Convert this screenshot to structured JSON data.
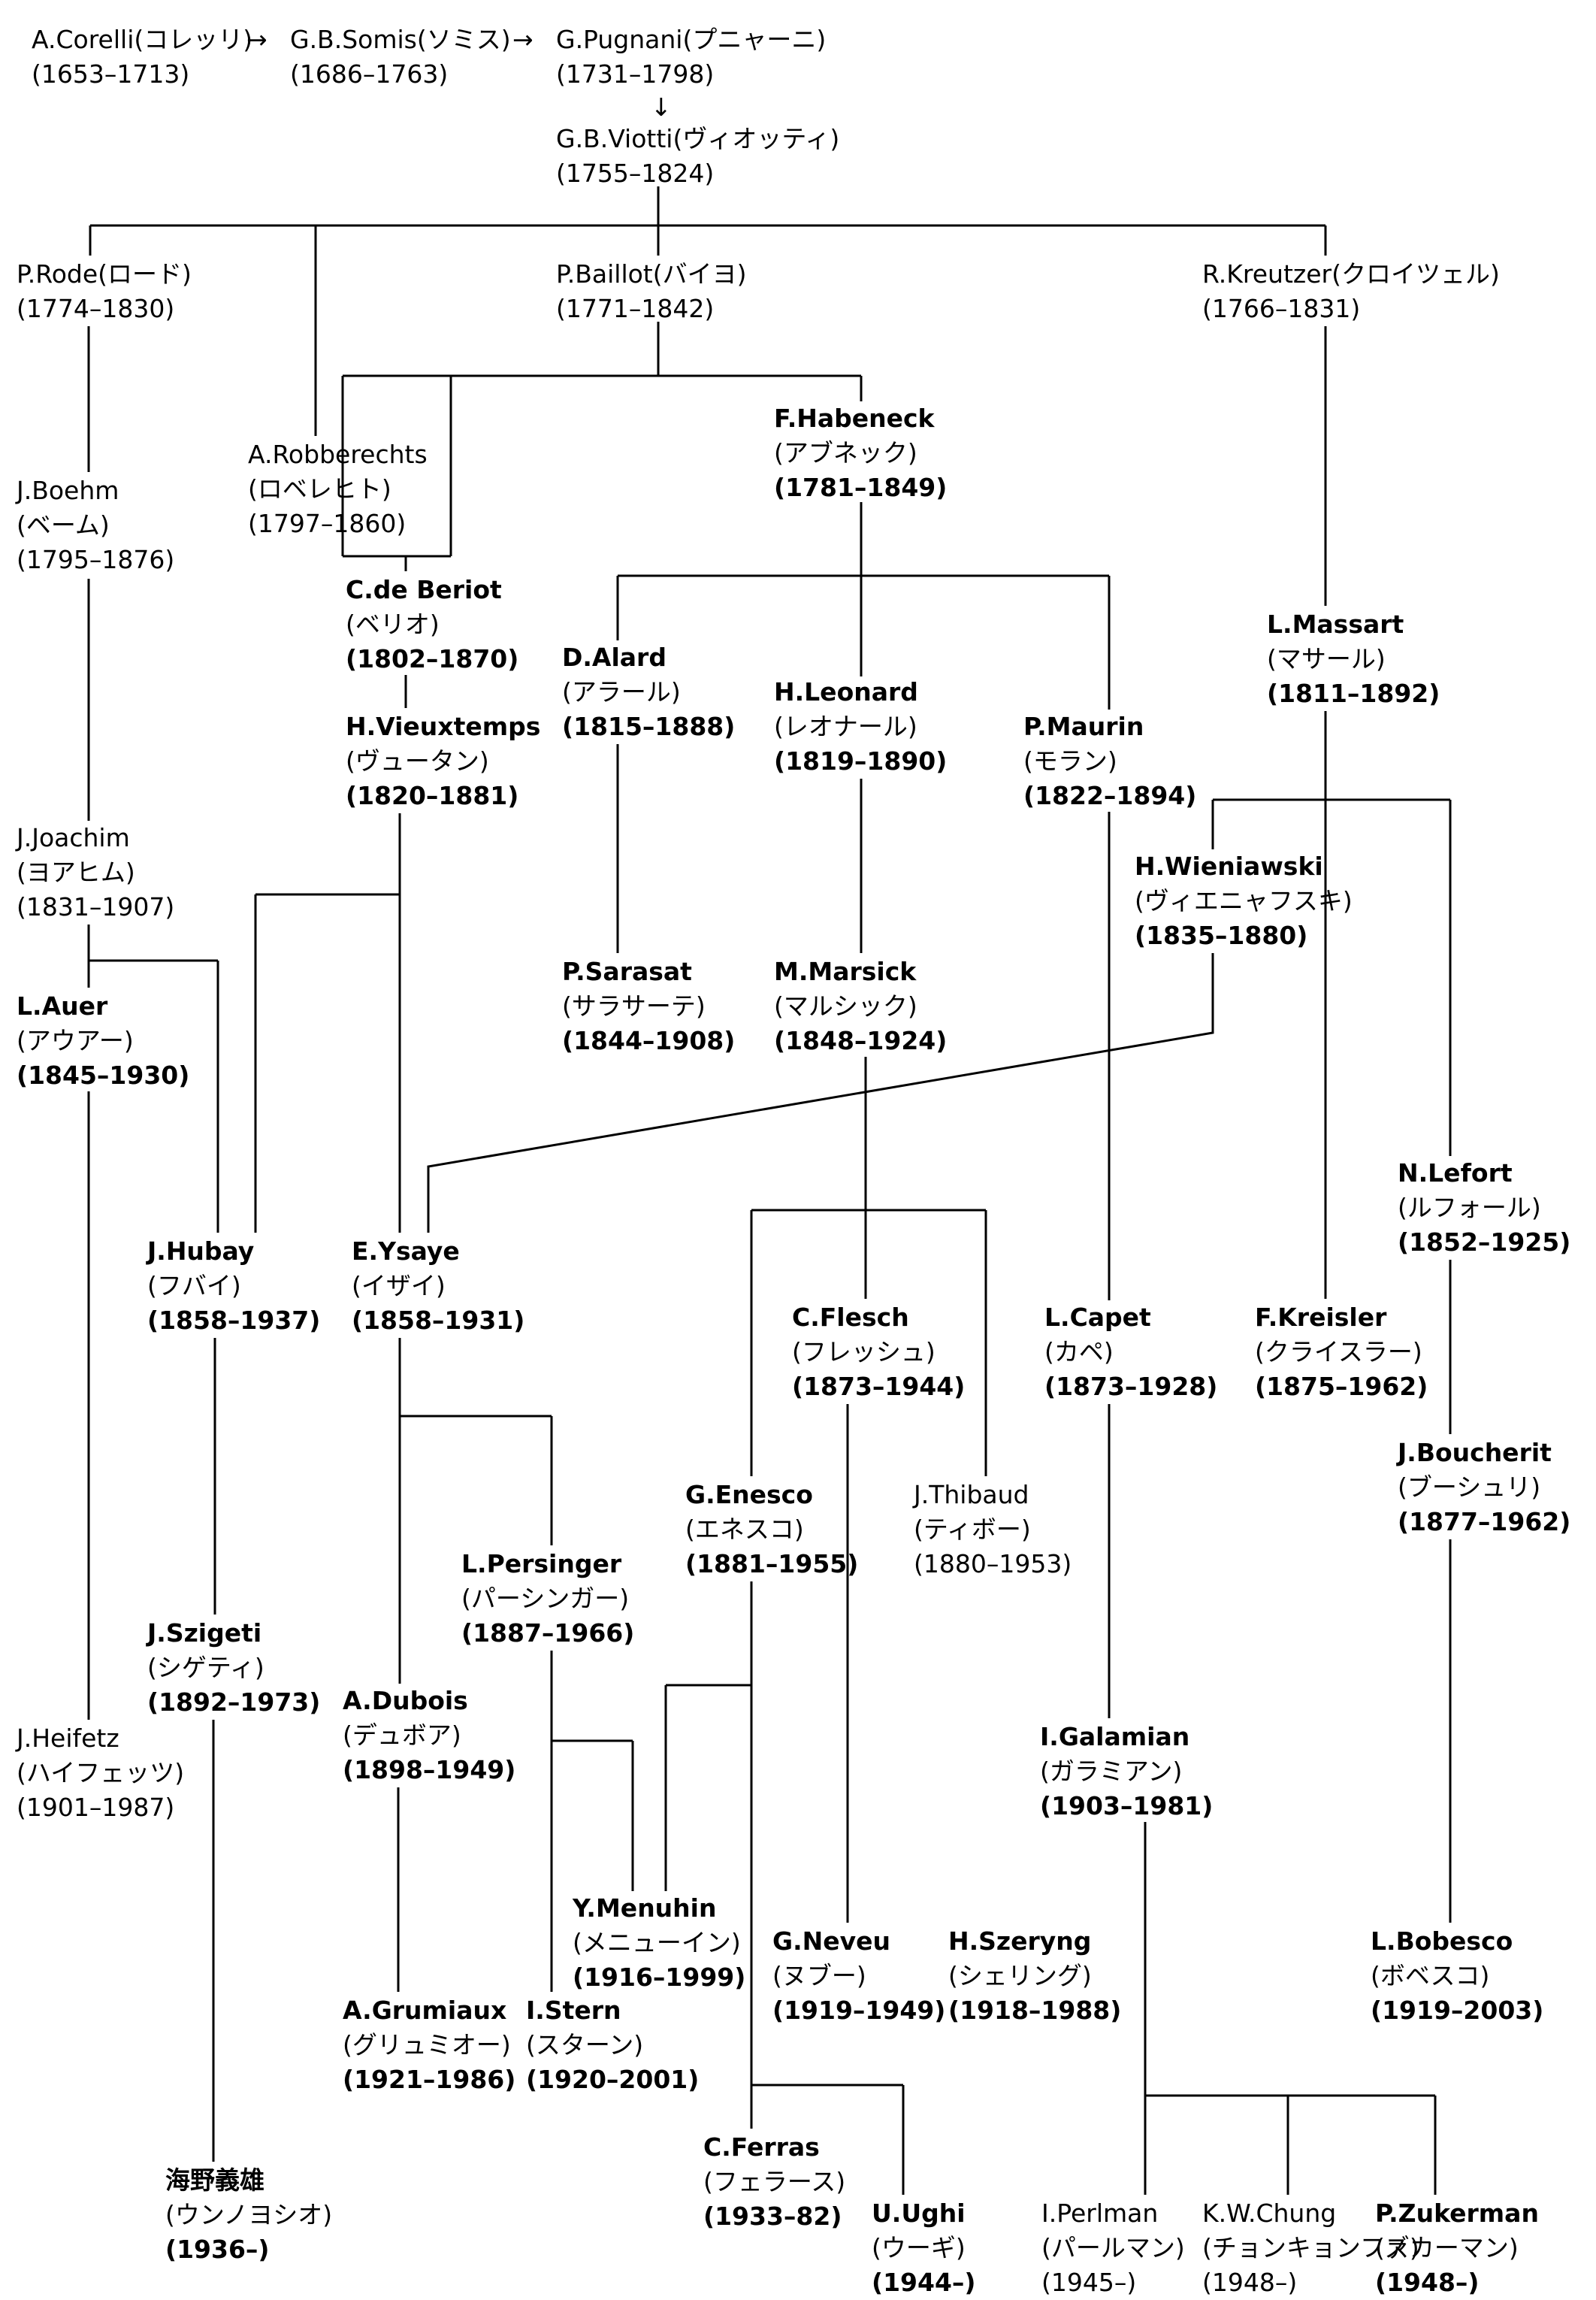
{
  "nodes": {
    "corelli": {
      "name": "A.Corelli(コレッリ)",
      "years": "(1653–1713)"
    },
    "somis": {
      "name": "G.B.Somis(ソミス)",
      "years": "(1686–1763)"
    },
    "pugnani": {
      "name": "G.Pugnani(プニャーニ)",
      "years": "(1731–1798)"
    },
    "viotti": {
      "name": "G.B.Viotti(ヴィオッティ)",
      "years": "(1755–1824)"
    },
    "rode": {
      "name": "P.Rode(ロード)",
      "years": "(1774–1830)"
    },
    "baillot": {
      "name": "P.Baillot(バイヨ)",
      "years": "(1771–1842)"
    },
    "kreutzer": {
      "name": "R.Kreutzer(クロイツェル)",
      "years": "(1766–1831)"
    },
    "boehm": {
      "name": "J.Boehm",
      "kana": "(ベーム)",
      "years": "(1795–1876)"
    },
    "robberechts": {
      "name": "A.Robberechts",
      "kana": "(ロベレヒト)",
      "years": "(1797–1860)"
    },
    "habeneck": {
      "name": "F.Habeneck",
      "kana": "(アブネック)",
      "years": "(1781–1849)"
    },
    "beriot": {
      "name": "C.de Beriot",
      "kana": "(ベリオ)",
      "years": "(1802–1870)"
    },
    "alard": {
      "name": "D.Alard",
      "kana": "(アラール)",
      "years": "(1815–1888)"
    },
    "leonard": {
      "name": "H.Leonard",
      "kana": "(レオナール)",
      "years": "(1819–1890)"
    },
    "maurin": {
      "name": "P.Maurin",
      "kana": "(モラン)",
      "years": "(1822–1894)"
    },
    "massart": {
      "name": "L.Massart",
      "kana": "(マサール)",
      "years": "(1811–1892)"
    },
    "vieuxtemps": {
      "name": "H.Vieuxtemps",
      "kana": "(ヴュータン)",
      "years": "(1820–1881)"
    },
    "joachim": {
      "name": "J.Joachim",
      "kana": "(ヨアヒム)",
      "years": "(1831–1907)"
    },
    "wieniawski": {
      "name": "H.Wieniawski",
      "kana": "(ヴィエニャフスキ)",
      "years": "(1835–1880)"
    },
    "sarasate": {
      "name": "P.Sarasat",
      "kana": "(サラサーテ)",
      "years": "(1844–1908)"
    },
    "marsick": {
      "name": "M.Marsick",
      "kana": "(マルシック)",
      "years": "(1848–1924)"
    },
    "auer": {
      "name": "L.Auer",
      "kana": "(アウアー)",
      "years": "(1845–1930)"
    },
    "lefort": {
      "name": "N.Lefort",
      "kana": "(ルフォール)",
      "years": "(1852–1925)"
    },
    "hubay": {
      "name": "J.Hubay",
      "kana": "(フバイ)",
      "years": "(1858–1937)"
    },
    "ysaye": {
      "name": "E.Ysaye",
      "kana": "(イザイ)",
      "years": "(1858–1931)"
    },
    "flesch": {
      "name": "C.Flesch",
      "kana": "(フレッシュ)",
      "years": "(1873–1944)"
    },
    "capet": {
      "name": "L.Capet",
      "kana": "(カペ)",
      "years": "(1873–1928)"
    },
    "kreisler": {
      "name": "F.Kreisler",
      "kana": "(クライスラー)",
      "years": "(1875–1962)"
    },
    "boucherit": {
      "name": "J.Boucherit",
      "kana": "(ブーシュリ)",
      "years": "(1877–1962)"
    },
    "enesco": {
      "name": "G.Enesco",
      "kana": "(エネスコ)",
      "years": "(1881–1955)"
    },
    "thibaud": {
      "name": "J.Thibaud",
      "kana": "(ティボー)",
      "years": "(1880–1953)"
    },
    "persinger": {
      "name": "L.Persinger",
      "kana": "(パーシンガー)",
      "years": "(1887–1966)"
    },
    "szigeti": {
      "name": "J.Szigeti",
      "kana": "(シゲティ)",
      "years": "(1892–1973)"
    },
    "dubois": {
      "name": "A.Dubois",
      "kana": "(デュボア)",
      "years": "(1898–1949)"
    },
    "heifetz": {
      "name": "J.Heifetz",
      "kana": "(ハイフェッツ)",
      "years": "(1901–1987)"
    },
    "galamian": {
      "name": "I.Galamian",
      "kana": "(ガラミアン)",
      "years": "(1903–1981)"
    },
    "menuhin": {
      "name": "Y.Menuhin",
      "kana": "(メニューイン)",
      "years": "(1916–1999)"
    },
    "neveu": {
      "name": "G.Neveu",
      "kana": "(ヌブー)",
      "years": "(1919–1949)"
    },
    "szeryng": {
      "name": "H.Szeryng",
      "kana": "(シェリング)",
      "years": "(1918–1988)"
    },
    "bobesco": {
      "name": "L.Bobesco",
      "kana": "(ボベスコ)",
      "years": "(1919–2003)"
    },
    "grumiaux": {
      "name": "A.Grumiaux",
      "kana": "(グリュミオー)",
      "years": "(1921–1986)"
    },
    "stern": {
      "name": "I.Stern",
      "kana": "(スターン)",
      "years": "(1920–2001)"
    },
    "unno": {
      "name": "海野義雄",
      "kana": "(ウンノヨシオ)",
      "years": "(1936–)"
    },
    "ferras": {
      "name": "C.Ferras",
      "kana": "(フェラース)",
      "years": "(1933–82)"
    },
    "ughi": {
      "name": "U.Ughi",
      "kana": "(ウーギ)",
      "years": "(1944–)"
    },
    "perlman": {
      "name": "I.Perlman",
      "kana": "(パールマン)",
      "years": "(1945–)"
    },
    "chung": {
      "name": "K.W.Chung",
      "kana": "(チョンキョンファ)",
      "years": "(1948–)"
    },
    "zukerman": {
      "name": "P.Zukerman",
      "kana": "(ズカーマン)",
      "years": "(1948–)"
    }
  },
  "symbols": {
    "arrow_right": "→",
    "arrow_down": "↓"
  }
}
